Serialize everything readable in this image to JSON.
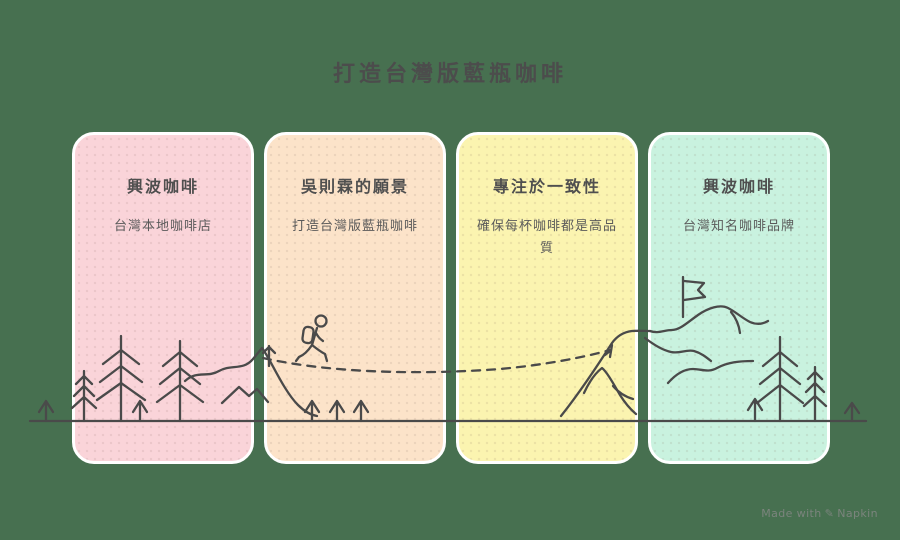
{
  "title": "打造台灣版藍瓶咖啡",
  "cards": [
    {
      "title": "興波咖啡",
      "subtitle": "台灣本地咖啡店",
      "fill": "#fad4d9"
    },
    {
      "title": "吳則霖的願景",
      "subtitle": "打造台灣版藍瓶咖啡",
      "fill": "#fce3c9"
    },
    {
      "title": "專注於一致性",
      "subtitle": "確保每杯咖啡都是高品質",
      "fill": "#fbf4b0"
    },
    {
      "title": "興波咖啡",
      "subtitle": "台灣知名咖啡品牌",
      "fill": "#c9f2df"
    }
  ],
  "watermark": {
    "prefix": "Made with",
    "brand": "Napkin",
    "icon": "pen-icon",
    "icon_glyph": "✎"
  },
  "colors": {
    "background": "#477050",
    "card_border": "#ffffff",
    "line_art_stroke": "#4a4a4a",
    "title_text": "#4c4c4c",
    "card_title_text": "#4f4f4f",
    "card_subtitle_text": "#5a5a5a",
    "watermark_text": "#7b847d"
  },
  "illustration": {
    "elements": [
      "pine-tree-icon",
      "sapling-icon",
      "hill-ridge",
      "mini-mountain-icon",
      "tiny-tree-icon",
      "hiker-icon",
      "dashed-path",
      "mountain-peak",
      "flag-icon",
      "mountain-ridges",
      "ground-line"
    ]
  }
}
